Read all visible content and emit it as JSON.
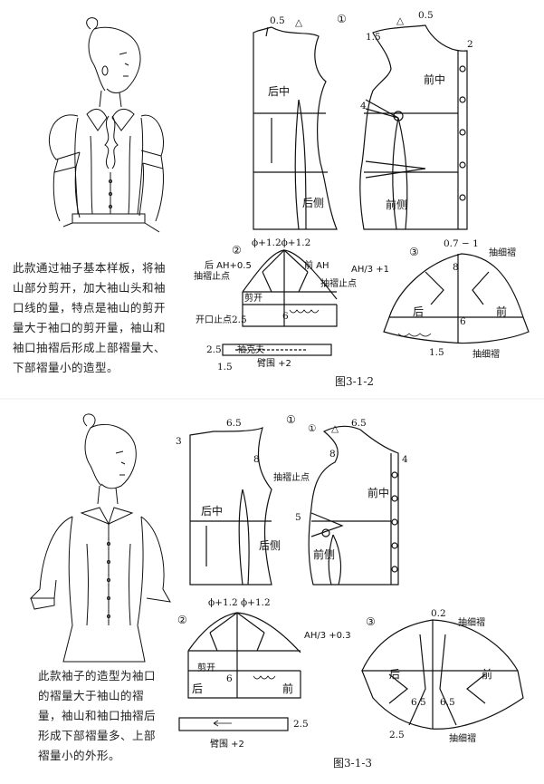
{
  "top": {
    "description": "此款通过袖子基本样板，将袖山部分剪开，加大袖山头和袖口线的量，特点是袖山的剪开量大于袖口的剪开量，袖山和袖口抽褶后形成上部褶量大、下部褶量小的造型。",
    "caption": "图3-1-2",
    "step1": {
      "circle": "①",
      "back_center": "后中",
      "back_side": "后侧",
      "front_center": "前中",
      "front_side": "前侧",
      "v_back_05": "0.5",
      "v_front_05": "0.5",
      "v_15": "1.5",
      "v_2": "2",
      "v_4": "4",
      "triangle": "△"
    },
    "step2": {
      "circle": "②",
      "top_formula": "ϕ+1.2ϕ+1.2",
      "back_ah": "后 AH+0.5",
      "front_ah": "前 AH",
      "shirr_stop_left": "抽褶止点",
      "shirr_stop_right": "抽褶止点",
      "cut": "剪开",
      "opening_stop": "开口止点",
      "v_25": "2.5",
      "v_6": "6",
      "ah_ratio": "AH/3 +1",
      "cuff_25": "2.5",
      "cuff_label": "袖克夫",
      "cuff_15": "1.5",
      "cuff_formula": "臂围 +2"
    },
    "step3": {
      "circle": "③",
      "top_value": "0.7 − 1",
      "shirr_top": "抽细褶",
      "v_8": "8",
      "v_6": "6",
      "back": "后",
      "front": "前",
      "v_15": "1.5",
      "shirr_bottom": "抽细褶"
    }
  },
  "bottom": {
    "description": "此款袖子的造型为袖口的褶量大于袖山的褶量，袖山和袖口抽褶后形成下部褶量多、上部褶量小的外形。",
    "caption": "图3-1-3",
    "step1": {
      "circle": "①",
      "back_center": "后中",
      "back_side": "后侧",
      "front_center": "前中",
      "front_side": "前侧",
      "v_65_left": "6.5",
      "v_65_right": "6.5",
      "v_3": "3",
      "v_8_left": "8",
      "v_8_right": "8",
      "v_5": "5",
      "v_4": "4",
      "shirr_stop": "抽褶止点",
      "triangle": "△"
    },
    "step2": {
      "circle": "②",
      "top_formula": "ϕ+1.2  ϕ+1.2",
      "ah_ratio": "AH/3 +0.3",
      "cut": "剪开",
      "v_6": "6",
      "back": "后",
      "front": "前",
      "cuff_25": "2.5",
      "cuff_formula": "臂围 +2"
    },
    "step3": {
      "circle": "③",
      "top_value": "0.2",
      "shirr_top": "抽细褶",
      "back": "后",
      "front": "前",
      "v_65_left": "6.5",
      "v_65_right": "6.5",
      "v_25": "2.5",
      "shirr_bottom": "抽细褶"
    }
  }
}
